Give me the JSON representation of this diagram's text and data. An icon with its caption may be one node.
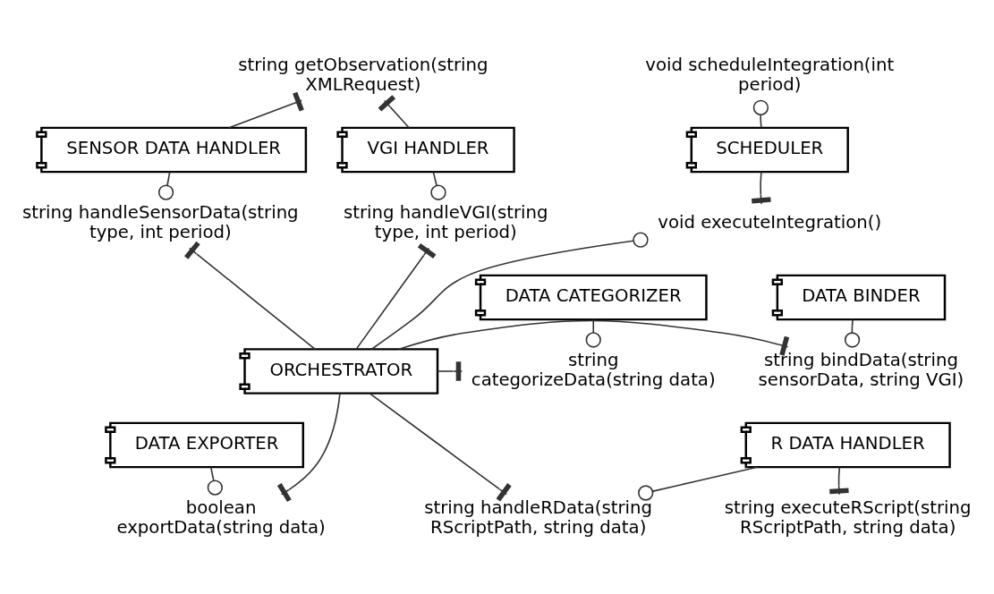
{
  "diagram": {
    "nodes": [
      {
        "text": [
          "SCHEDULER"
        ]
      },
      {
        "text": [
          "SENSOR DATA HANDLER"
        ]
      },
      {
        "text": [
          "VGI HANDLER"
        ]
      },
      {
        "text": [
          "DATA BINDER"
        ]
      },
      {
        "text": [
          "DATA CATEGORIZER"
        ]
      },
      {
        "text": [
          "ORCHESTRATOR"
        ]
      },
      {
        "text": [
          "R DATA HANDLER"
        ]
      },
      {
        "text": [
          "DATA EXPORTER"
        ]
      },
      {
        "text": [
          "void scheduleIntegration(int period)"
        ]
      },
      {
        "text": [
          "string getObservation(string XMLRequest)"
        ]
      },
      {
        "text": [
          "void executeIntegration()"
        ]
      },
      {
        "text": [
          "string handleSensorData(string type, int period)"
        ]
      },
      {
        "text": [
          "string handleVGI(string type, int period)"
        ]
      },
      {
        "text": [
          "string bindData(string sensorData, string VGI)"
        ]
      },
      {
        "text": [
          "string categorizeData(string data)"
        ]
      },
      {
        "text": [
          "boolean exportData(string data)"
        ]
      },
      {
        "text": [
          "string handleRData(string RScriptPath, string data)"
        ]
      },
      {
        "text": [
          "string executeRScript(string RScriptPath, string data)"
        ]
      }
    ],
    "edges": [
      {
        "from": 0,
        "to": 8,
        "arrow": "other"
      },
      {
        "from": 1,
        "to": 9,
        "arrow": "other"
      },
      {
        "from": 2,
        "to": 9,
        "arrow": "other"
      },
      {
        "from": 0,
        "to": 10,
        "arrow": "other"
      },
      {
        "from": 5,
        "to": 10,
        "arrow": "other"
      },
      {
        "from": 1,
        "to": 11,
        "arrow": "other"
      },
      {
        "from": 5,
        "to": 11,
        "arrow": "other"
      },
      {
        "from": 2,
        "to": 12,
        "arrow": "other"
      },
      {
        "from": 5,
        "to": 12,
        "arrow": "other"
      },
      {
        "from": 3,
        "to": 13,
        "arrow": "other"
      },
      {
        "from": 5,
        "to": 13,
        "arrow": "other"
      },
      {
        "from": 4,
        "to": 14,
        "arrow": "other"
      },
      {
        "from": 5,
        "to": 14,
        "arrow": "other"
      },
      {
        "from": 7,
        "to": 15,
        "arrow": "other"
      },
      {
        "from": 5,
        "to": 15,
        "arrow": "other"
      },
      {
        "from": 6,
        "to": 16,
        "arrow": "other"
      },
      {
        "from": 5,
        "to": 16,
        "arrow": "other"
      },
      {
        "from": 6,
        "to": 17,
        "arrow": "other"
      }
    ]
  }
}
